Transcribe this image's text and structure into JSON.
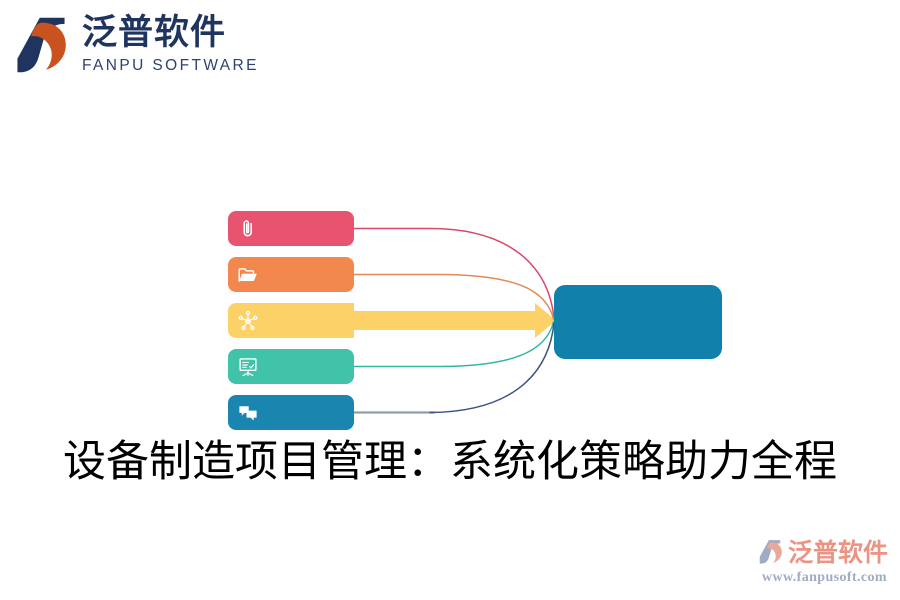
{
  "brand": {
    "name_cn": "泛普软件",
    "name_en": "FANPU SOFTWARE",
    "mark_icon": "fanpu-hexagon-logo-icon",
    "colors": {
      "navy": "#1f3560",
      "orange": "#c9531f"
    }
  },
  "headline": {
    "text": "设备制造项目管理：系统化策略助力全程"
  },
  "diagram": {
    "type": "converging-arrow-diagram",
    "target": {
      "label": "",
      "color": "#1180ab"
    },
    "nodes": [
      {
        "label": "",
        "icon": "paperclip-icon",
        "color": "#e8546f",
        "line_color": "#d9486a",
        "emphasis": false
      },
      {
        "label": "",
        "icon": "open-folder-icon",
        "color": "#f2884e",
        "line_color": "#e08a55",
        "emphasis": false
      },
      {
        "label": "",
        "icon": "network-hub-icon",
        "color": "#fcd167",
        "line_color": "#fcd167",
        "emphasis": true
      },
      {
        "label": "",
        "icon": "presentation-board-icon",
        "color": "#41c3a9",
        "line_color": "#2fb79c",
        "emphasis": false
      },
      {
        "label": "",
        "icon": "chat-bubbles-icon",
        "color": "#1a86b0",
        "line_color": "#8d9fae",
        "emphasis": false
      }
    ]
  },
  "watermark": {
    "name": "泛普软件",
    "url": "www.fanpusoft.com",
    "mark_icon": "fanpu-hexagon-logo-icon",
    "name_color": "#e98b7a",
    "url_color": "#9aa4c0"
  }
}
